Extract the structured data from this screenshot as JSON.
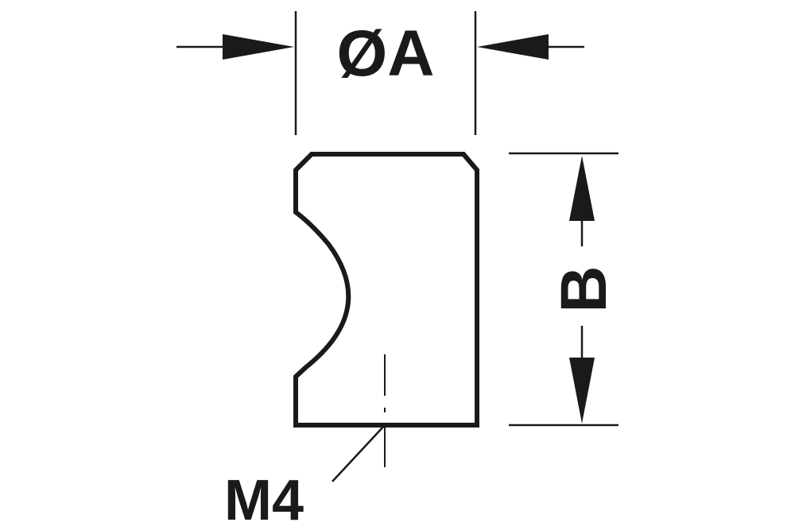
{
  "labels": {
    "diameter": "ØA",
    "height": "B",
    "thread": "M4"
  },
  "colors": {
    "ink": "#1a1a1a",
    "background": "#ffffff"
  }
}
